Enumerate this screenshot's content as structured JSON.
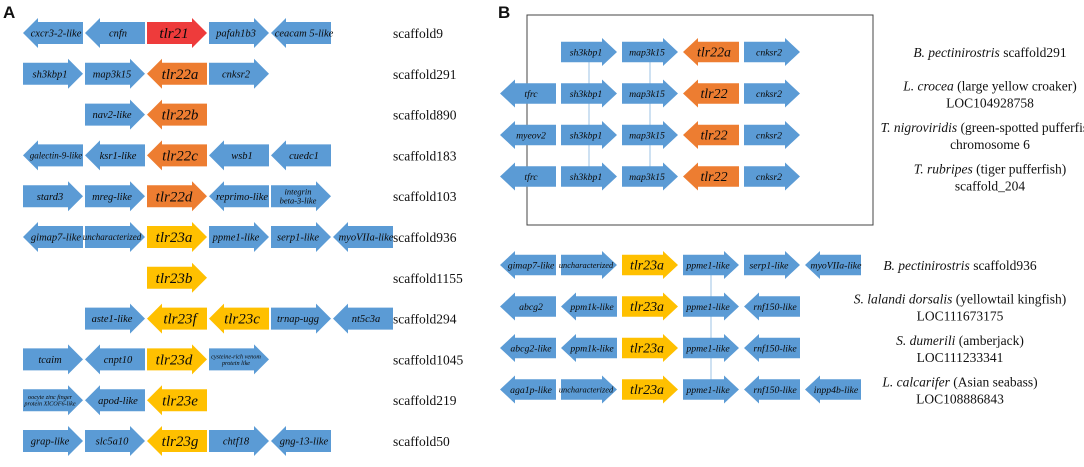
{
  "panels": [
    {
      "letter": "A",
      "rows": [
        {
          "label": "scaffold9",
          "genes": [
            {
              "name": "cxcr3-2-like",
              "dir": "left",
              "type": "blue"
            },
            {
              "name": "cnfn",
              "dir": "left",
              "type": "blue"
            },
            {
              "name": "tlr21",
              "dir": "right",
              "type": "red"
            },
            {
              "name": "pafah1b3",
              "dir": "right",
              "type": "blue"
            },
            {
              "name": "ceacam 5-like",
              "dir": "left",
              "type": "blue"
            }
          ]
        },
        {
          "label": "scaffold291",
          "genes": [
            {
              "name": "sh3kbp1",
              "dir": "right",
              "type": "blue"
            },
            {
              "name": "map3k15",
              "dir": "right",
              "type": "blue"
            },
            {
              "name": "tlr22a",
              "dir": "left",
              "type": "orange"
            },
            {
              "name": "cnksr2",
              "dir": "right",
              "type": "blue"
            }
          ]
        },
        {
          "label": "scaffold890",
          "genes": [
            {
              "name": "nav2-like",
              "dir": "right",
              "type": "blue"
            },
            {
              "name": "tlr22b",
              "dir": "left",
              "type": "orange"
            }
          ]
        },
        {
          "label": "scaffold183",
          "genes": [
            {
              "name": "galectin-9-like",
              "dir": "left",
              "type": "blue"
            },
            {
              "name": "ksr1-like",
              "dir": "left",
              "type": "blue"
            },
            {
              "name": "tlr22c",
              "dir": "left",
              "type": "orange"
            },
            {
              "name": "wsb1",
              "dir": "left",
              "type": "blue"
            },
            {
              "name": "cuedc1",
              "dir": "left",
              "type": "blue"
            }
          ]
        },
        {
          "label": "scaffold103",
          "genes": [
            {
              "name": "stard3",
              "dir": "right",
              "type": "blue"
            },
            {
              "name": "mreg-like",
              "dir": "right",
              "type": "blue"
            },
            {
              "name": "tlr22d",
              "dir": "right",
              "type": "orange"
            },
            {
              "name": "reprimo-like",
              "dir": "left",
              "type": "blue"
            },
            {
              "name": "integrin beta-3-like",
              "dir": "right",
              "type": "blue"
            }
          ]
        },
        {
          "label": "scaffold936",
          "genes": [
            {
              "name": "gimap7-like",
              "dir": "left",
              "type": "blue"
            },
            {
              "name": "uncharacterized",
              "dir": "right",
              "type": "blue"
            },
            {
              "name": "tlr23a",
              "dir": "right",
              "type": "yellow"
            },
            {
              "name": "ppme1-like",
              "dir": "right",
              "type": "blue"
            },
            {
              "name": "serp1-like",
              "dir": "right",
              "type": "blue"
            },
            {
              "name": "myoVIIa-like",
              "dir": "left",
              "type": "blue"
            }
          ]
        },
        {
          "label": "scaffold1155",
          "genes": [
            {
              "name": "tlr23b",
              "dir": "right",
              "type": "yellow"
            }
          ]
        },
        {
          "label": "scaffold294",
          "genes": [
            {
              "name": "aste1-like",
              "dir": "right",
              "type": "blue"
            },
            {
              "name": "tlr23f",
              "dir": "left",
              "type": "yellow"
            },
            {
              "name": "tlr23c",
              "dir": "left",
              "type": "yellow"
            },
            {
              "name": "trnap-ugg",
              "dir": "right",
              "type": "blue"
            },
            {
              "name": "nt5c3a",
              "dir": "left",
              "type": "blue"
            }
          ]
        },
        {
          "label": "scaffold1045",
          "genes": [
            {
              "name": "tcaim",
              "dir": "right",
              "type": "blue"
            },
            {
              "name": "cnpt10",
              "dir": "left",
              "type": "blue"
            },
            {
              "name": "tlr23d",
              "dir": "right",
              "type": "yellow"
            },
            {
              "name": "cysteine-rich venom protein like",
              "dir": "right",
              "type": "blue"
            }
          ]
        },
        {
          "label": "scaffold219",
          "genes": [
            {
              "name": "oocyte zinc finger protein XlCOF6-like",
              "dir": "right",
              "type": "blue"
            },
            {
              "name": "apod-like",
              "dir": "left",
              "type": "blue"
            },
            {
              "name": "tlr23e",
              "dir": "left",
              "type": "yellow"
            }
          ]
        },
        {
          "label": "scaffold50",
          "genes": [
            {
              "name": "grap-like",
              "dir": "right",
              "type": "blue"
            },
            {
              "name": "slc5a10",
              "dir": "right",
              "type": "blue"
            },
            {
              "name": "tlr23g",
              "dir": "left",
              "type": "yellow"
            },
            {
              "name": "chtf18",
              "dir": "right",
              "type": "blue"
            },
            {
              "name": "gng-13-like",
              "dir": "left",
              "type": "blue"
            }
          ]
        }
      ]
    },
    {
      "letter": "B",
      "groups": [
        {
          "rows": [
            {
              "genes": [
                {
                  "name": "sh3kbp1",
                  "dir": "right",
                  "type": "blue"
                },
                {
                  "name": "map3k15",
                  "dir": "right",
                  "type": "blue"
                },
                {
                  "name": "tlr22a",
                  "dir": "left",
                  "type": "orange"
                },
                {
                  "name": "cnksr2",
                  "dir": "right",
                  "type": "blue"
                }
              ]
            },
            {
              "genes": [
                {
                  "name": "tfrc",
                  "dir": "left",
                  "type": "blue"
                },
                {
                  "name": "sh3kbp1",
                  "dir": "right",
                  "type": "blue"
                },
                {
                  "name": "map3k15",
                  "dir": "right",
                  "type": "blue"
                },
                {
                  "name": "tlr22",
                  "dir": "left",
                  "type": "orange"
                },
                {
                  "name": "cnksr2",
                  "dir": "right",
                  "type": "blue"
                }
              ]
            },
            {
              "genes": [
                {
                  "name": "myeov2",
                  "dir": "left",
                  "type": "blue"
                },
                {
                  "name": "sh3kbp1",
                  "dir": "right",
                  "type": "blue"
                },
                {
                  "name": "map3k15",
                  "dir": "right",
                  "type": "blue"
                },
                {
                  "name": "tlr22",
                  "dir": "left",
                  "type": "orange"
                },
                {
                  "name": "cnksr2",
                  "dir": "right",
                  "type": "blue"
                }
              ]
            },
            {
              "genes": [
                {
                  "name": "tfrc",
                  "dir": "left",
                  "type": "blue"
                },
                {
                  "name": "sh3kbp1",
                  "dir": "right",
                  "type": "blue"
                },
                {
                  "name": "map3k15",
                  "dir": "right",
                  "type": "blue"
                },
                {
                  "name": "tlr22",
                  "dir": "left",
                  "type": "orange"
                },
                {
                  "name": "cnksr2",
                  "dir": "right",
                  "type": "blue"
                }
              ]
            }
          ],
          "labels": [
            {
              "species": "B. pectinirostris",
              "rest": " scaffold291",
              "line2": ""
            },
            {
              "species": "L. crocea",
              "rest": " (large yellow croaker)",
              "line2": "LOC104928758"
            },
            {
              "species": "T. nigroviridis",
              "rest": "  (green-spotted pufferfish)",
              "line2": "chromosome 6"
            },
            {
              "species": "T. rubripes",
              "rest": " (tiger pufferfish)",
              "line2": "scaffold_204"
            }
          ]
        },
        {
          "rows": [
            {
              "genes": [
                {
                  "name": "gimap7-like",
                  "dir": "left",
                  "type": "blue"
                },
                {
                  "name": "uncharacterized",
                  "dir": "right",
                  "type": "blue"
                },
                {
                  "name": "tlr23a",
                  "dir": "right",
                  "type": "yellow"
                },
                {
                  "name": "ppme1-like",
                  "dir": "right",
                  "type": "blue"
                },
                {
                  "name": "serp1-like",
                  "dir": "right",
                  "type": "blue"
                },
                {
                  "name": "myoVIIa-like",
                  "dir": "left",
                  "type": "blue"
                }
              ]
            },
            {
              "genes": [
                {
                  "name": "abcg2",
                  "dir": "left",
                  "type": "blue"
                },
                {
                  "name": "ppm1k-like",
                  "dir": "left",
                  "type": "blue"
                },
                {
                  "name": "tlr23a",
                  "dir": "right",
                  "type": "yellow"
                },
                {
                  "name": "ppme1-like",
                  "dir": "right",
                  "type": "blue"
                },
                {
                  "name": "rnf150-like",
                  "dir": "left",
                  "type": "blue"
                }
              ]
            },
            {
              "genes": [
                {
                  "name": "abcg2-like",
                  "dir": "left",
                  "type": "blue"
                },
                {
                  "name": "ppm1k-like",
                  "dir": "left",
                  "type": "blue"
                },
                {
                  "name": "tlr23a",
                  "dir": "right",
                  "type": "yellow"
                },
                {
                  "name": "ppme1-like",
                  "dir": "right",
                  "type": "blue"
                },
                {
                  "name": "rnf150-like",
                  "dir": "left",
                  "type": "blue"
                }
              ]
            },
            {
              "genes": [
                {
                  "name": "aga1p-like",
                  "dir": "left",
                  "type": "blue"
                },
                {
                  "name": "uncharacterized",
                  "dir": "right",
                  "type": "blue"
                },
                {
                  "name": "tlr23a",
                  "dir": "right",
                  "type": "yellow"
                },
                {
                  "name": "ppme1-like",
                  "dir": "right",
                  "type": "blue"
                },
                {
                  "name": "rnf150-like",
                  "dir": "left",
                  "type": "blue"
                },
                {
                  "name": "inpp4b-like",
                  "dir": "left",
                  "type": "blue"
                }
              ]
            }
          ],
          "labels": [
            {
              "species": "B. pectinirostris",
              "rest": " scaffold936",
              "line2": ""
            },
            {
              "species": "S. lalandi dorsalis",
              "rest": " (yellowtail kingfish)",
              "line2": "LOC111673175"
            },
            {
              "species": "S. dumerili",
              "rest": " (amberjack)",
              "line2": "LOC111233341"
            },
            {
              "species": "L. calcarifer",
              "rest": " (Asian seabass)",
              "line2": "LOC108886843"
            }
          ]
        }
      ]
    }
  ],
  "colors": {
    "blue": "#5b9bd5",
    "red": "#ee3b3b",
    "orange": "#ed7d31",
    "yellow": "#ffc000",
    "box": "#444444",
    "link": "#9dc3e6"
  }
}
